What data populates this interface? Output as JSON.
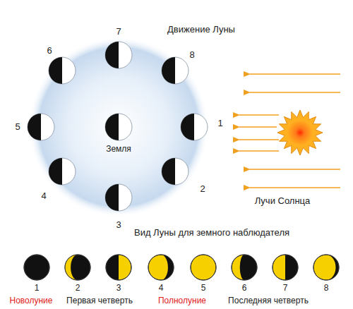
{
  "diagram": {
    "title": "Движение Луны",
    "labels": [
      "1",
      "2",
      "3",
      "4",
      "5",
      "6",
      "7",
      "8",
      "Земля",
      "Лучи Солнца",
      "Вид Луны для земного наблюдателя",
      "1",
      "2",
      "3",
      "4",
      "5",
      "6",
      "7",
      "8",
      "Новолуние",
      "Первая четверть",
      "Полнолуние",
      "Последняя четверть"
    ]
  }
}
